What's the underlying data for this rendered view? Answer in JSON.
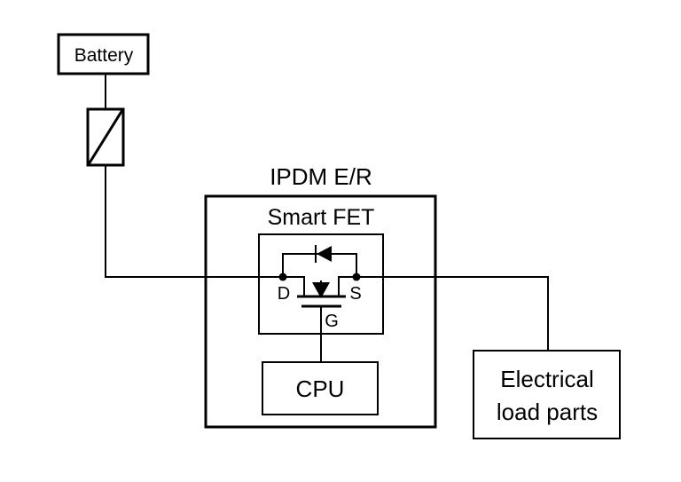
{
  "diagram": {
    "type": "circuit-block-diagram",
    "stroke_color": "#000000",
    "background": "#ffffff",
    "battery": {
      "label": "Battery"
    },
    "fuse": {
      "symbol": "fuse-icon"
    },
    "ipdm": {
      "title": "IPDM E/R",
      "smart_fet": {
        "label": "Smart FET",
        "terminals": {
          "drain": "D",
          "source": "S",
          "gate": "G"
        }
      },
      "cpu": {
        "label": "CPU"
      }
    },
    "load": {
      "line1": "Electrical",
      "line2": "load parts"
    }
  }
}
